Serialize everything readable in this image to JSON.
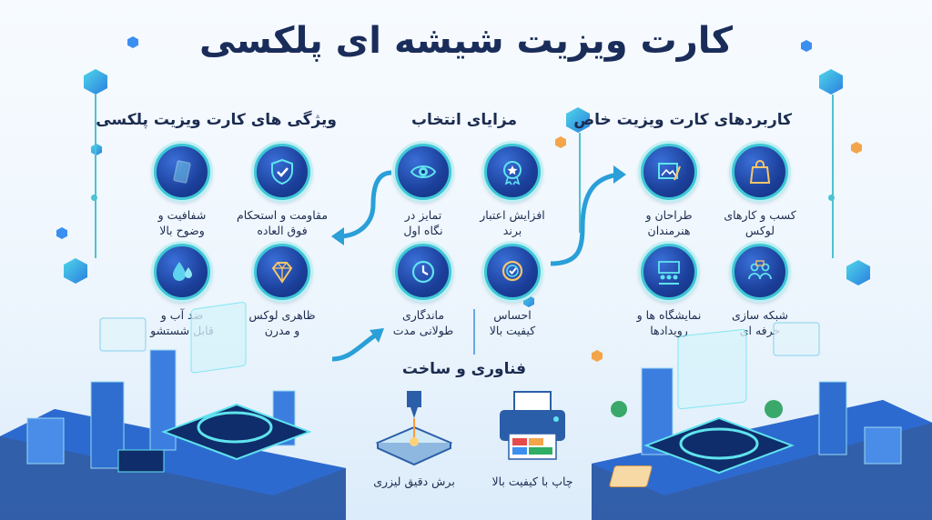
{
  "title": "کارت ویزیت شیشه ای پلکسی",
  "features": {
    "title": "ویژگی های کارت ویزیت پلکسی",
    "items": [
      {
        "label": "مقاومت و استحکام\nفوق العاده",
        "icon": "shield-check-icon"
      },
      {
        "label": "شفافیت و\nوضوح بالا",
        "icon": "glass-card-icon"
      },
      {
        "label": "ظاهری لوکس\nو مدرن",
        "icon": "diamond-icon"
      },
      {
        "label": "ضد آب و\nقابل شستشو",
        "icon": "water-drop-icon"
      }
    ]
  },
  "benefits": {
    "title": "مزایای انتخاب",
    "items": [
      {
        "label": "افزایش اعتبار\nبرند",
        "icon": "star-badge-icon"
      },
      {
        "label": "تمایز در\nنگاه اول",
        "icon": "eye-icon"
      },
      {
        "label": "احساس\nکیفیت بالا",
        "icon": "quality-medal-icon"
      },
      {
        "label": "ماندگاری\nطولانی مدت",
        "icon": "clock-icon"
      }
    ]
  },
  "applications": {
    "title": "کاربردهای کارت ویزیت خاص",
    "items": [
      {
        "label": "کسب و کارهای\nلوکس",
        "icon": "shopping-bag-icon"
      },
      {
        "label": "طراحان و\nهنرمندان",
        "icon": "design-canvas-icon"
      },
      {
        "label": "شبکه سازی\nحرفه ای",
        "icon": "networking-icon"
      },
      {
        "label": "نمایشگاه ها و\nرویدادها",
        "icon": "exhibition-icon"
      }
    ]
  },
  "technology": {
    "title": "فناوری و ساخت",
    "items": [
      {
        "label": "برش دقیق لیزری",
        "icon": "laser-cutter-icon"
      },
      {
        "label": "چاپ با کیفیت بالا",
        "icon": "printer-icon"
      }
    ]
  },
  "colors": {
    "accent": "#3ec7d6",
    "navy": "#1a2d5a",
    "icon_bg": "#1b3f9a",
    "orange": "#f4a54a"
  }
}
